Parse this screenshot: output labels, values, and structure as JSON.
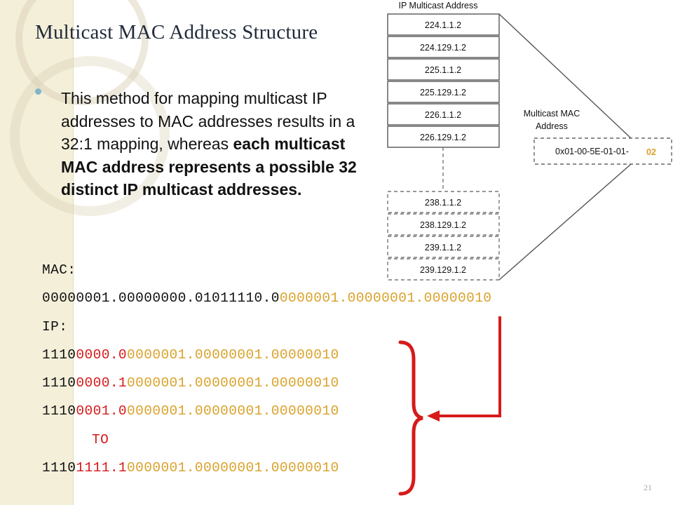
{
  "slide": {
    "title": "Multicast MAC Address Structure",
    "bullet_normal": "This method for mapping multicast IP addresses to MAC addresses results in a 32:1 mapping, whereas ",
    "bullet_bold": "each multicast MAC address represents a possible 32 distinct IP multicast addresses.",
    "page_number": "21"
  },
  "diagram": {
    "header": "IP Multicast Address",
    "solid_addresses": [
      "224.1.1.2",
      "224.129.1.2",
      "225.1.1.2",
      "225.129.1.2",
      "226.1.1.2",
      "226.129.1.2"
    ],
    "dashed_addresses": [
      "238.1.1.2",
      "238.129.1.2",
      "239.1.1.2",
      "239.129.1.2"
    ],
    "mac_label_line1": "Multicast MAC",
    "mac_label_line2": "Address",
    "mac_value": "0x01-00-5E-01-01-",
    "mac_suffix": "02",
    "mac_suffix_color": "#d9a22b"
  },
  "binary": {
    "mac_label": "MAC:",
    "mac": {
      "black": "00000001.00000000.01011110.0",
      "orange": "0000001.00000001.00000010"
    },
    "ip_label": "IP:",
    "ip_rows": [
      {
        "black": "1110",
        "red": "0000.0",
        "orange": "0000001.00000001.00000010"
      },
      {
        "black": "1110",
        "red": "0000.1",
        "orange": "0000001.00000001.00000010"
      },
      {
        "black": "1110",
        "red": "0001.0",
        "orange": "0000001.00000001.00000010"
      }
    ],
    "to_label": "TO",
    "ip_last": {
      "black": "1110",
      "red": "1111.1",
      "orange": "0000001.00000001.00000010"
    },
    "colors": {
      "red": "#d71a1a",
      "orange": "#d9a22b",
      "black": "#111111"
    }
  }
}
